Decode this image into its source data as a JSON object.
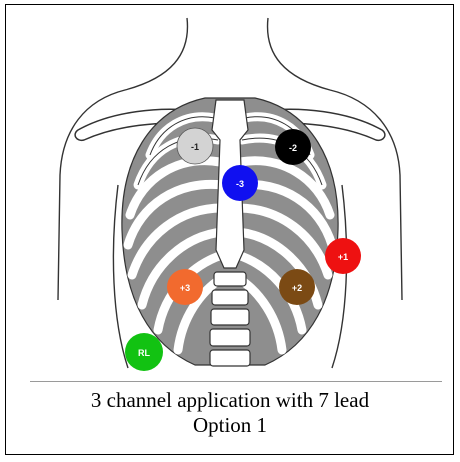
{
  "electrodes": [
    {
      "id": "neg1",
      "label": "-1",
      "color": "#d3d3d3",
      "text_color": "#222222"
    },
    {
      "id": "neg2",
      "label": "-2",
      "color": "#000000",
      "text_color": "#ffffff"
    },
    {
      "id": "neg3",
      "label": "-3",
      "color": "#1010f0",
      "text_color": "#ffffff"
    },
    {
      "id": "pos1",
      "label": "+1",
      "color": "#ee1111",
      "text_color": "#ffffff"
    },
    {
      "id": "pos2",
      "label": "+2",
      "color": "#7b4a14",
      "text_color": "#ffffff"
    },
    {
      "id": "pos3",
      "label": "+3",
      "color": "#f26a2e",
      "text_color": "#ffffff"
    },
    {
      "id": "rl",
      "label": "RL",
      "color": "#12c212",
      "text_color": "#ffffff"
    }
  ],
  "caption": {
    "line1": "3 channel application with 7 lead",
    "line2": "Option 1"
  }
}
